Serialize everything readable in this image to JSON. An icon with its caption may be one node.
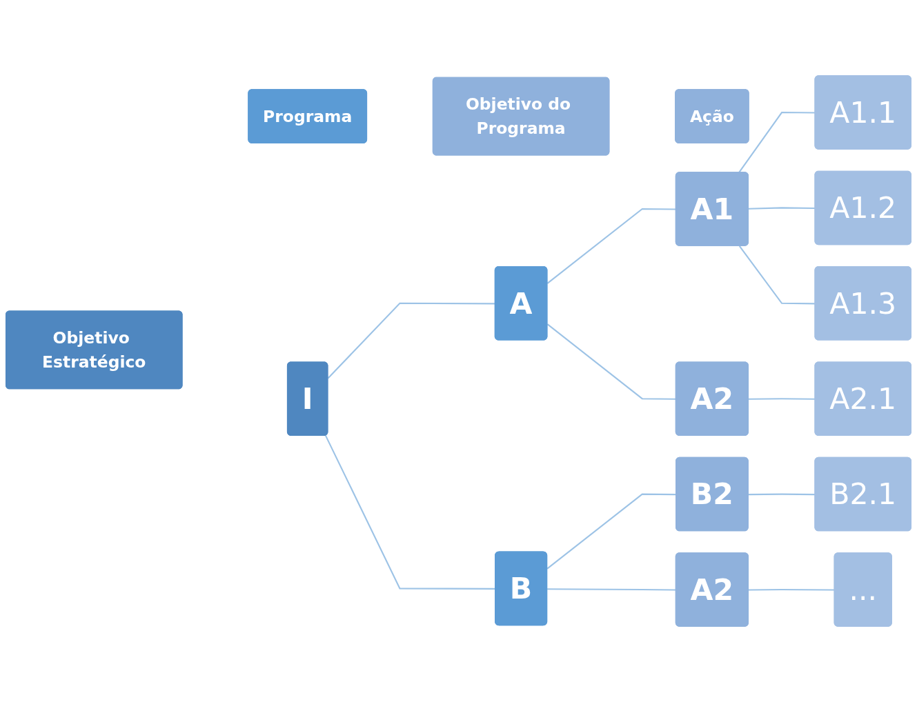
{
  "diagram": {
    "nodes": [
      {
        "text": [
          "Objetivo Estratégico"
        ]
      },
      {
        "text": [
          "Programa"
        ]
      },
      {
        "text": [
          "Objetivo do Programa"
        ]
      },
      {
        "text": [
          "Ação"
        ]
      },
      {
        "text": [
          "I"
        ]
      },
      {
        "text": [
          "A"
        ]
      },
      {
        "text": [
          "B"
        ]
      },
      {
        "text": [
          "A1"
        ]
      },
      {
        "text": [
          "A2"
        ]
      },
      {
        "text": [
          "B2"
        ]
      },
      {
        "text": [
          "A2"
        ]
      },
      {
        "text": [
          "A1.1"
        ]
      },
      {
        "text": [
          "A1.2"
        ]
      },
      {
        "text": [
          "A1.3"
        ]
      },
      {
        "text": [
          "A2.1"
        ]
      },
      {
        "text": [
          "B2.1"
        ]
      },
      {
        "text": [
          "..."
        ]
      }
    ],
    "edges": [
      {
        "from": 4,
        "to": 5,
        "arrow": "none"
      },
      {
        "from": 4,
        "to": 6,
        "arrow": "none"
      },
      {
        "from": 5,
        "to": 7,
        "arrow": "none"
      },
      {
        "from": 5,
        "to": 8,
        "arrow": "none"
      },
      {
        "from": 6,
        "to": 9,
        "arrow": "none"
      },
      {
        "from": 6,
        "to": 10,
        "arrow": "none"
      },
      {
        "from": 7,
        "to": 11,
        "arrow": "none"
      },
      {
        "from": 7,
        "to": 12,
        "arrow": "none"
      },
      {
        "from": 7,
        "to": 13,
        "arrow": "none"
      },
      {
        "from": 8,
        "to": 14,
        "arrow": "none"
      },
      {
        "from": 9,
        "to": 15,
        "arrow": "none"
      },
      {
        "from": 10,
        "to": 16,
        "arrow": "none"
      }
    ]
  }
}
